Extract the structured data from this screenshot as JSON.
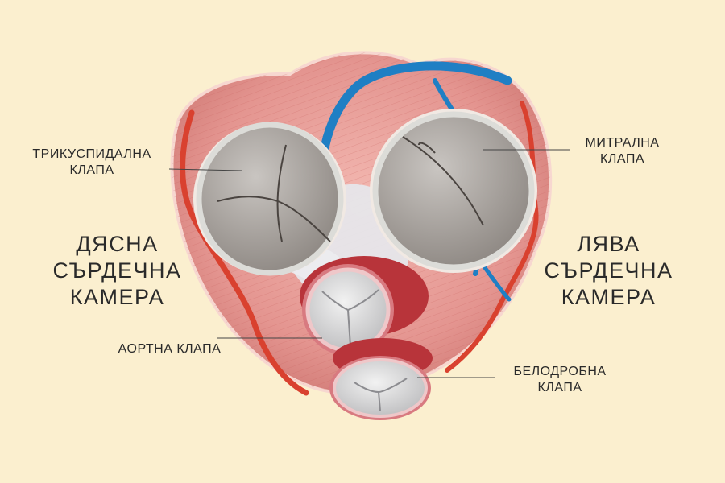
{
  "labels": {
    "tricuspid": [
      "ТРИКУСПИДАЛНА",
      "КЛАПА"
    ],
    "mitral": [
      "МИТРАЛНА",
      "КЛАПА"
    ],
    "right_ventricle": [
      "ДЯСНА",
      "СЪРДЕЧНА",
      "КАМЕРА"
    ],
    "left_ventricle": [
      "ЛЯВА",
      "СЪРДЕЧНА",
      "КАМЕРА"
    ],
    "aortic": "АОРТНА КЛАПА",
    "pulmonary": [
      "БЕЛОДРОБНА",
      "КЛАПА"
    ]
  },
  "colors": {
    "background": "#fbefcf",
    "muscle": "#e79a95",
    "muscle_dark": "#c9605d",
    "artery": "#d9412f",
    "vein": "#1f7fc4",
    "valve": "#a8a29d",
    "valve_rim": "#dcdcd8",
    "ring": "#b8343a",
    "tendon": "#e6e6ea"
  }
}
